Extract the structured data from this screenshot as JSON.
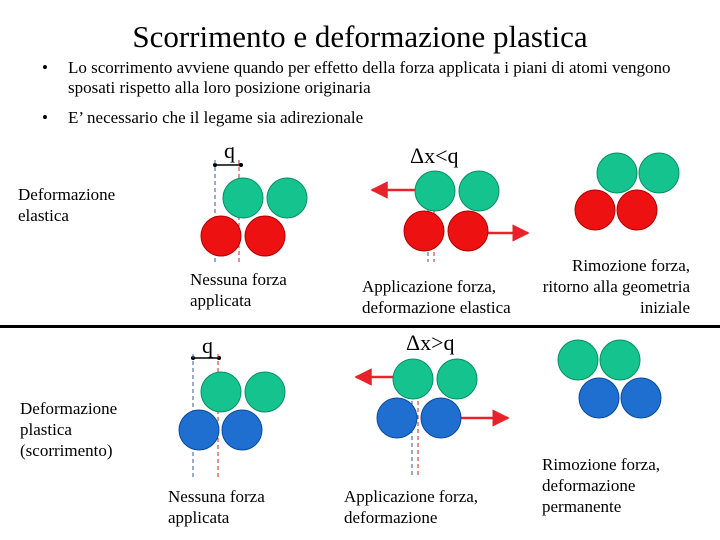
{
  "title": "Scorrimento e deformazione plastica",
  "bullets": [
    "Lo scorrimento avviene  quando per effetto della forza applicata i piani di atomi vengono sposati rispetto alla loro posizione originaria",
    "E’ necessario che il legame sia adirezionale"
  ],
  "bullet_symbol": "•",
  "elastic": {
    "row_label": "Deformazione elastica",
    "q_label": "q",
    "delta_label": "Δx<q",
    "caption_1": "Nessuna forza applicata",
    "caption_2": "Applicazione forza, deformazione elastica",
    "caption_3": "Rimozione forza, ritorno alla geometria iniziale"
  },
  "plastic": {
    "row_label": "Deformazione plastica (scorrimento)",
    "q_label": "q",
    "delta_label": "Δx>q",
    "caption_1": "Nessuna forza applicata",
    "caption_2": "Applicazione forza, deformazione",
    "caption_3": "Rimozione forza, deformazione permanente"
  },
  "colors": {
    "top_atom": "#14c38e",
    "elastic_atom": "#ee1111",
    "plastic_atom": "#1f6fd0",
    "arrow": "#e8222a",
    "guide": "#3355aa",
    "guide_alt": "#cc2222"
  }
}
